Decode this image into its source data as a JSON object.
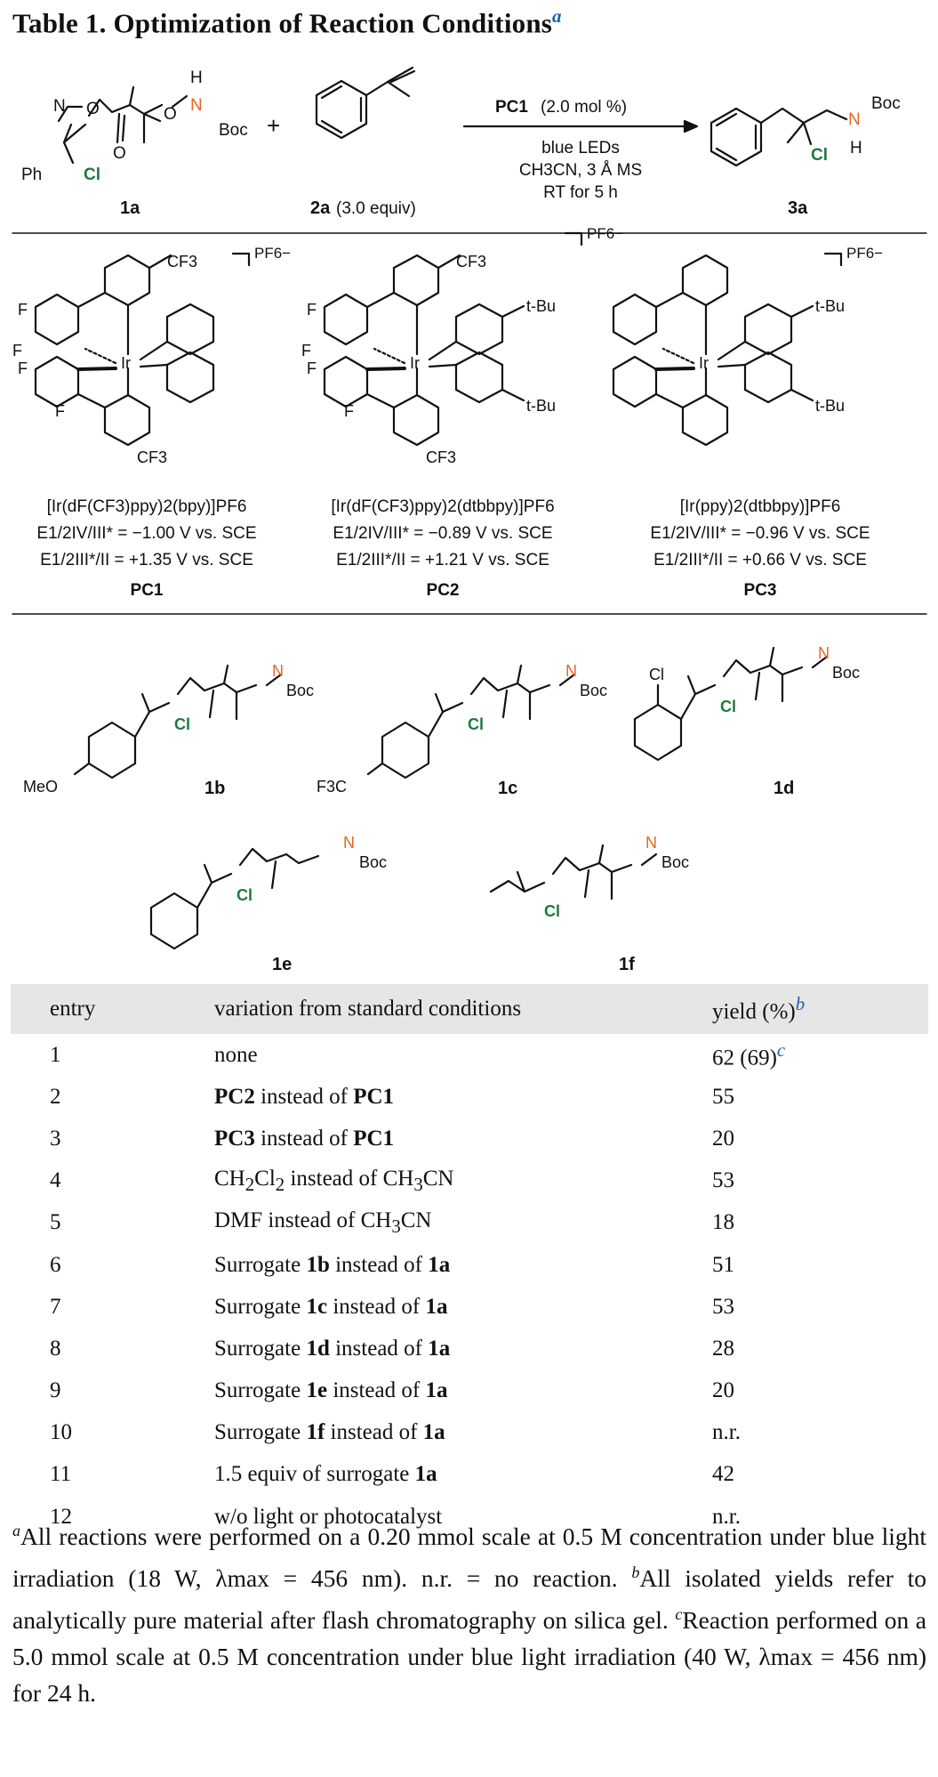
{
  "title": "Table 1. Optimization of Reaction Conditions",
  "title_note": "a",
  "scheme": {
    "reactant1_label": "1a",
    "plus": "+",
    "reactant2_label": "2a",
    "reactant2_note": "(3.0 equiv)",
    "catalyst": "PC1",
    "catalyst_loading": "(2.0 mol %)",
    "cond_line2": "blue LEDs",
    "cond_line3": "CH3CN, 3 Å MS",
    "cond_line4": "RT for 5 h",
    "product_label": "3a"
  },
  "atoms": {
    "N": "N",
    "O": "O",
    "H": "H",
    "Boc": "Boc",
    "Cl": "Cl",
    "Ph": "Ph",
    "F": "F",
    "CF3": "CF3",
    "Ir": "Ir",
    "tBu": "t-Bu",
    "MeO": "MeO",
    "F3C": "F3C"
  },
  "colors": {
    "nitrogen_accent": "#e8641e",
    "chlorine_accent": "#1e7a3c",
    "footnote_blue": "#1f5fb0",
    "header_bg": "#e6e6e6"
  },
  "catalysts": [
    {
      "formula": "[Ir(dF(CF3)ppy)2(bpy)]PF6",
      "e_ox": "E1/2IV/III* = −1.00 V vs. SCE",
      "e_red": "E1/2III*/II = +1.35 V vs. SCE",
      "label": "PC1"
    },
    {
      "formula": "[Ir(dF(CF3)ppy)2(dtbbpy)]PF6",
      "e_ox": "E1/2IV/III* = −0.89 V vs. SCE",
      "e_red": "E1/2III*/II = +1.21 V vs. SCE",
      "label": "PC2"
    },
    {
      "formula": "[Ir(ppy)2(dtbbpy)]PF6",
      "e_ox": "E1/2IV/III* = −0.96 V vs. SCE",
      "e_red": "E1/2III*/II = +0.66 V vs. SCE",
      "label": "PC3"
    }
  ],
  "counterion": "PF6−",
  "surrogates": [
    "1b",
    "1c",
    "1d",
    "1e",
    "1f"
  ],
  "table": {
    "headers": [
      "entry",
      "variation from standard conditions",
      "yield (%)"
    ],
    "header_note": "b",
    "rows": [
      {
        "entry": "1",
        "variation": "none",
        "yield": "62 (69)",
        "note": "c"
      },
      {
        "entry": "2",
        "variation": "PC2 instead of PC1",
        "yield": "55"
      },
      {
        "entry": "3",
        "variation": "PC3 instead of PC1",
        "yield": "20"
      },
      {
        "entry": "4",
        "variation": "CH2Cl2 instead of CH3CN",
        "yield": "53"
      },
      {
        "entry": "5",
        "variation": "DMF instead of CH3CN",
        "yield": "18"
      },
      {
        "entry": "6",
        "variation": "Surrogate 1b instead of 1a",
        "yield": "51"
      },
      {
        "entry": "7",
        "variation": "Surrogate 1c instead of 1a",
        "yield": "53"
      },
      {
        "entry": "8",
        "variation": "Surrogate 1d instead of 1a",
        "yield": "28"
      },
      {
        "entry": "9",
        "variation": "Surrogate 1e instead of 1a",
        "yield": "20"
      },
      {
        "entry": "10",
        "variation": "Surrogate 1f instead of 1a",
        "yield": "n.r."
      },
      {
        "entry": "11",
        "variation": "1.5 equiv of surrogate 1a",
        "yield": "42"
      },
      {
        "entry": "12",
        "variation": "w/o light or photocatalyst",
        "yield": "n.r."
      }
    ]
  },
  "footnotes": {
    "a": "All reactions were performed on a 0.20 mmol scale at 0.5 M concentration under blue light irradiation (18 W, λmax = 456 nm). n.r. = no reaction.",
    "b": "All isolated yields refer to analytically pure material after flash chromatography on silica gel.",
    "c": "Reaction performed on a 5.0 mmol scale at 0.5 M concentration under blue light irradiation (40 W, λmax = 456 nm) for 24 h."
  }
}
